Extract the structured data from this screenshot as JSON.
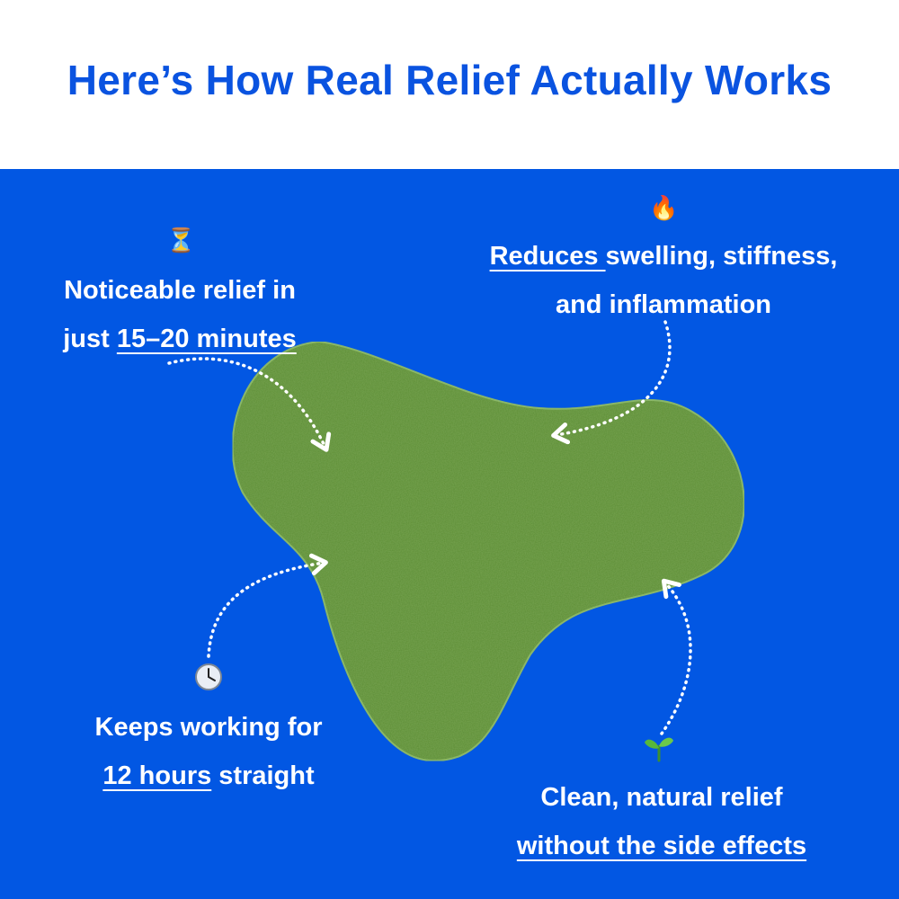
{
  "header": {
    "title": "Here’s How Real Relief Actually Works"
  },
  "colors": {
    "brand_blue": "#0257e3",
    "title_blue": "#0a53e0",
    "patch_green": "#5b8d35"
  },
  "callouts": {
    "relief_time": {
      "icon": "hourglass-icon",
      "line1": "Noticeable relief in",
      "line2_prefix": "just ",
      "line2_emph": "15–20 minutes"
    },
    "swelling": {
      "icon": "fire-icon",
      "line1_emph": "Reduces ",
      "line1_rest": "swelling, stiffness,",
      "line2": "and inflammation"
    },
    "duration": {
      "icon": "clock-icon",
      "line1": "Keeps working for",
      "line2_emph": "12 hours",
      "line2_rest": " straight"
    },
    "natural": {
      "icon": "sprout-icon",
      "line1": "Clean, natural relief",
      "line2_emph": "without the side effects"
    }
  }
}
